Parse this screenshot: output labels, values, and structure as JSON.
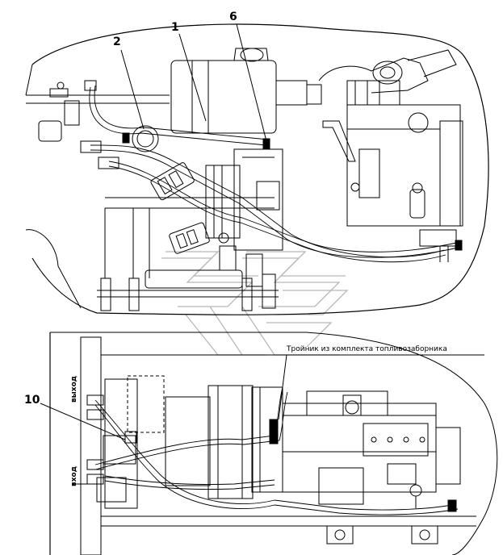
{
  "callouts": {
    "c1": "1",
    "c2": "2",
    "c6": "6",
    "c10": "10"
  },
  "annotation": "Тройник из комплекта топливозаборника",
  "port_labels": {
    "outlet": "выход",
    "inlet": "вход"
  },
  "colors": {
    "line": "#000000",
    "watermark": "#b8b8b8",
    "background": "#ffffff"
  }
}
